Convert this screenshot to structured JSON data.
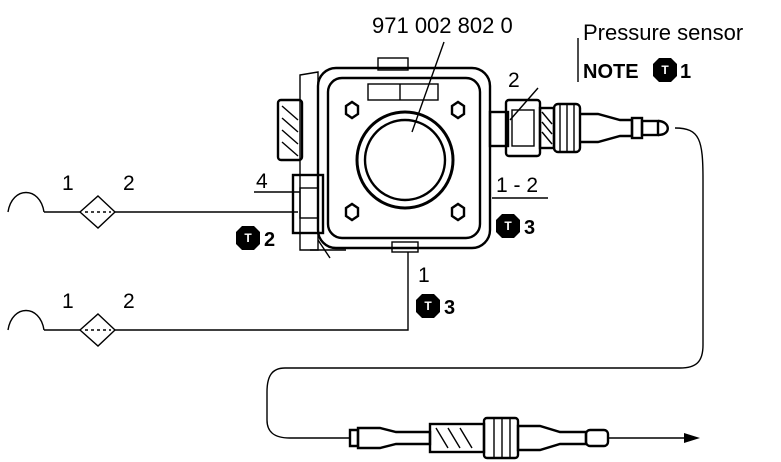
{
  "diagram": {
    "part_number": "971 002 802 0",
    "sensor_label": "Pressure sensor",
    "note_label": "NOTE",
    "port_numbers": {
      "top_port": "2",
      "left_port": "4",
      "right_port": "1 - 2",
      "bottom_port": "1"
    },
    "filter_upper": {
      "in": "1",
      "out": "2"
    },
    "filter_lower": {
      "in": "1",
      "out": "2"
    },
    "torque_refs": {
      "note_ref": "1",
      "left_ref": "2",
      "right_ref": "3",
      "bottom_ref": "3",
      "symbol_letter": "T"
    }
  }
}
